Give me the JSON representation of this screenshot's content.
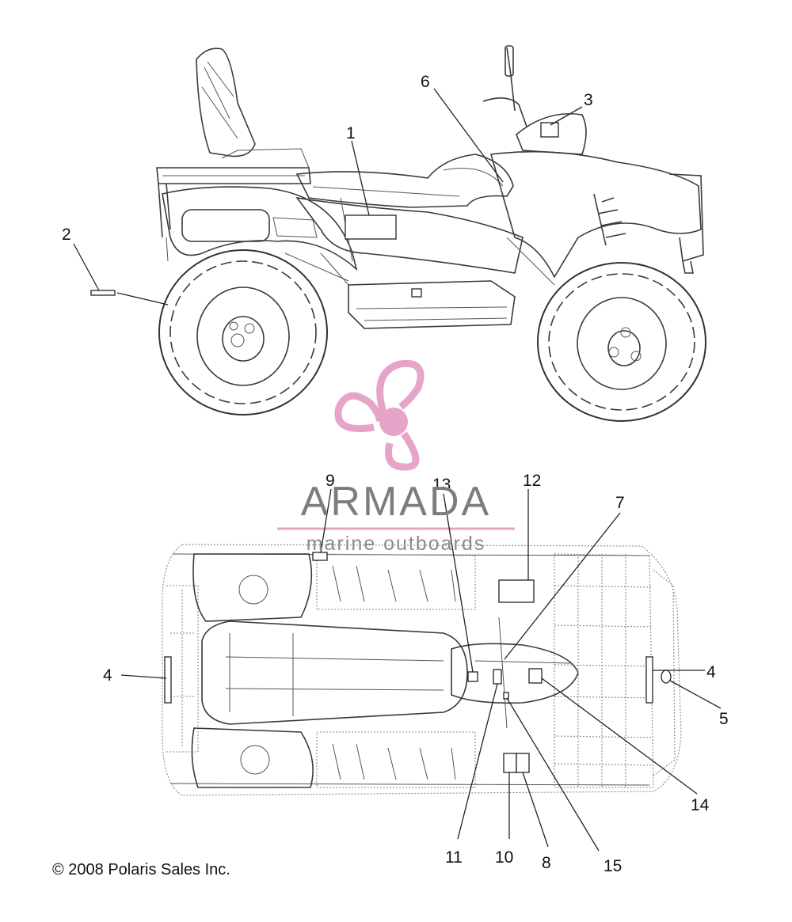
{
  "callouts": {
    "c1": "1",
    "c2": "2",
    "c3": "3",
    "c4a": "4",
    "c4b": "4",
    "c5": "5",
    "c6": "6",
    "c7": "7",
    "c8": "8",
    "c9": "9",
    "c10": "10",
    "c11": "11",
    "c12": "12",
    "c13": "13",
    "c14": "14",
    "c15": "15"
  },
  "watermark": {
    "name": "ARMADA",
    "tagline": "marine outboards",
    "accent_color": "#e6a4c8",
    "text_color": "#7d7d7d"
  },
  "footer": {
    "copyright": "© 2008  Polaris Sales Inc."
  }
}
